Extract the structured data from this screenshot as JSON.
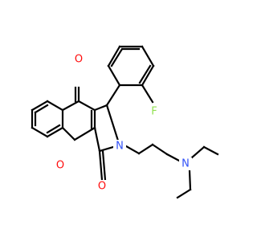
{
  "molecule": {
    "atom_labels": {
      "o_ketone": "O",
      "o_ring": "O",
      "o_lactam": "O",
      "n_ring": "N",
      "n_amine": "N",
      "fluorine": "F"
    },
    "element_colors": {
      "O": "#ff0d0d",
      "N": "#3050f8",
      "F": "#90e050",
      "C": "#000000"
    }
  }
}
